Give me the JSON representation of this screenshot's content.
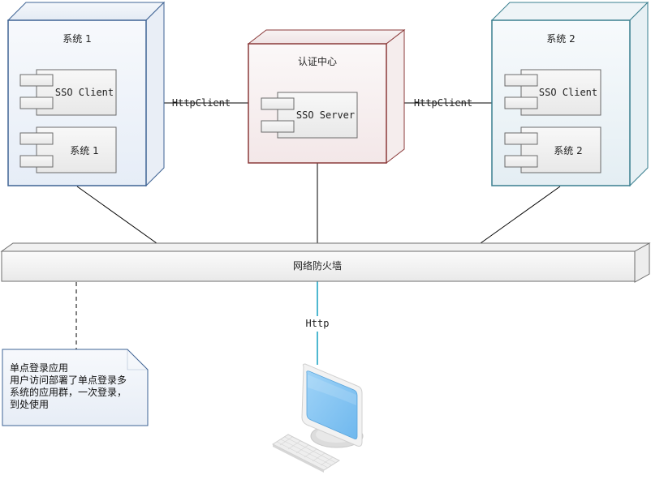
{
  "nodes": {
    "system1": {
      "title": "系统 1",
      "components": [
        {
          "label": "SSO Client"
        },
        {
          "label": "系统 1"
        }
      ],
      "border_color": "#3e6394"
    },
    "auth_center": {
      "title": "认证中心",
      "components": [
        {
          "label": "SSO Server"
        }
      ],
      "border_color": "#8b3a3a"
    },
    "system2": {
      "title": "系统 2",
      "components": [
        {
          "label": "SSO Client"
        },
        {
          "label": "系统 2"
        }
      ],
      "border_color": "#3a7f8f"
    },
    "firewall": {
      "title": "网络防火墙"
    },
    "client": {
      "icon": "desktop-computer-icon"
    }
  },
  "connections": {
    "left_link_label": "HttpClient",
    "right_link_label": "HttpClient",
    "http_link_label": "Http",
    "http_link_color": "#4fb8d0"
  },
  "note": {
    "lines": [
      "单点登录应用",
      "用户访问部署了单点登录多",
      "系统的应用群，一次登录，",
      "到处使用"
    ]
  }
}
